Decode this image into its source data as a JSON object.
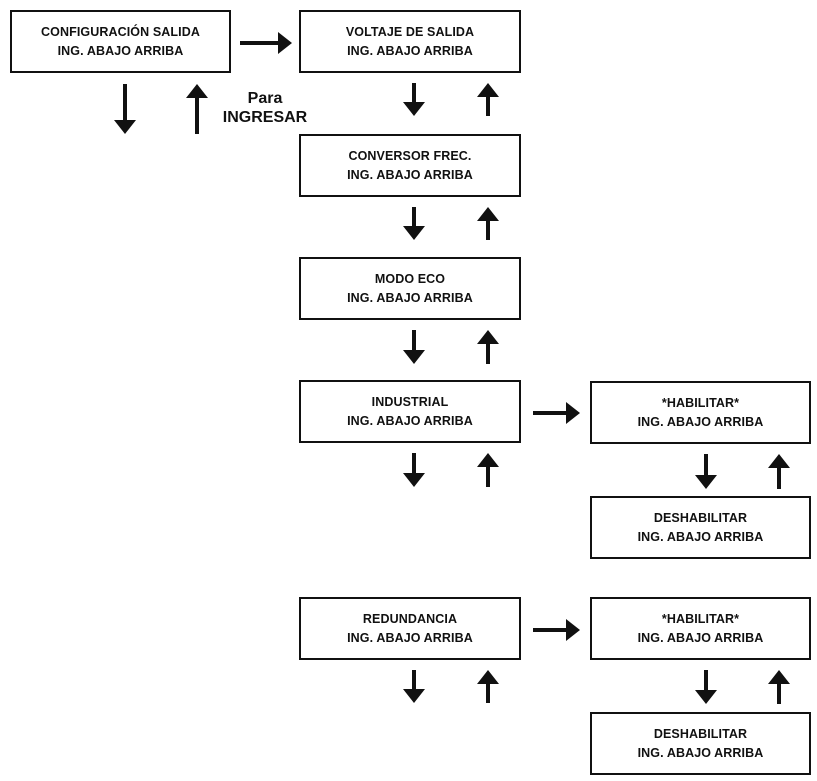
{
  "boxes": {
    "config_output": {
      "title": "CONFIGURACIÓN SALIDA",
      "keys": "ING. ABAJO ARRIBA"
    },
    "output_voltage": {
      "title": "VOLTAJE DE SALIDA",
      "keys": "ING. ABAJO ARRIBA"
    },
    "freq_converter": {
      "title": "CONVERSOR FREC.",
      "keys": "ING. ABAJO ARRIBA"
    },
    "eco_mode": {
      "title": "MODO ECO",
      "keys": "ING. ABAJO ARRIBA"
    },
    "industrial": {
      "title": "INDUSTRIAL",
      "keys": "ING. ABAJO ARRIBA"
    },
    "industrial_enable": {
      "title": "*HABILITAR*",
      "keys": "ING. ABAJO ARRIBA"
    },
    "industrial_disable": {
      "title": "DESHABILITAR",
      "keys": "ING. ABAJO ARRIBA"
    },
    "redundancy": {
      "title": "REDUNDANCIA",
      "keys": "ING. ABAJO ARRIBA"
    },
    "redundancy_enable": {
      "title": "*HABILITAR*",
      "keys": "ING. ABAJO ARRIBA"
    },
    "redundancy_disable": {
      "title": "DESHABILITAR",
      "keys": "ING. ABAJO ARRIBA"
    }
  },
  "enter_label": {
    "line1": "Para",
    "line2": "INGRESAR"
  },
  "colors": {
    "ink": "#111111",
    "background": "#ffffff"
  }
}
